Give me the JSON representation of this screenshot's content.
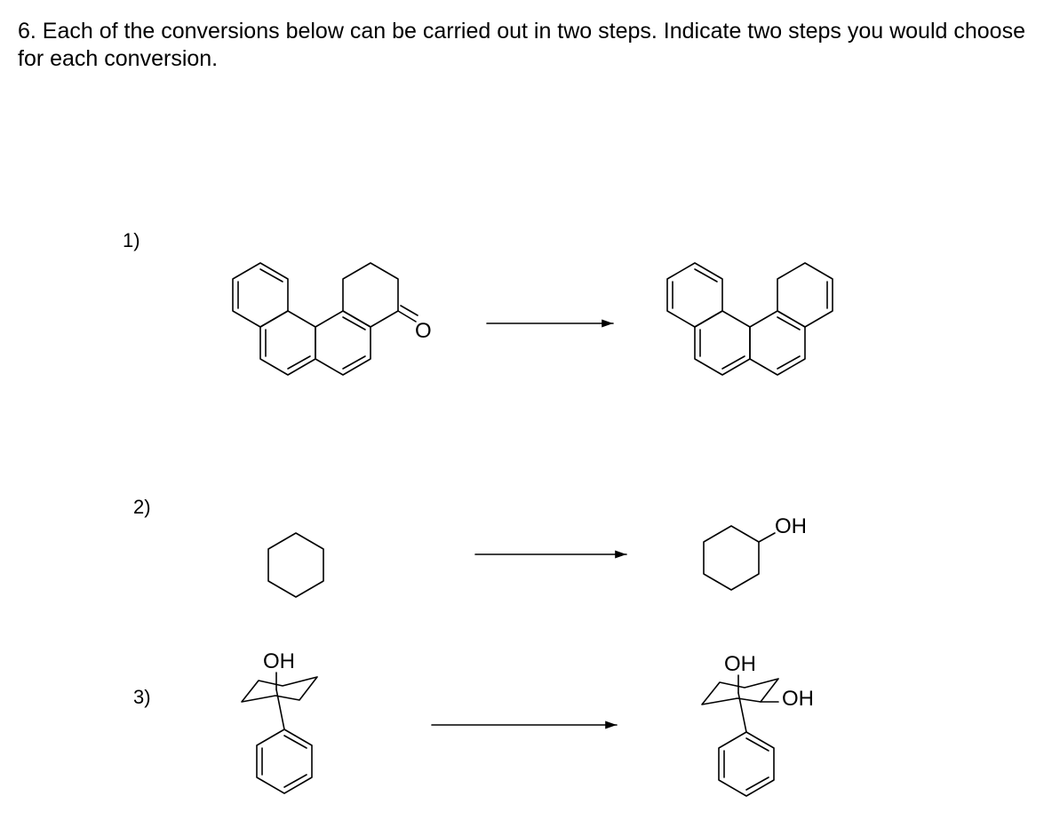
{
  "question": {
    "text": "6. Each of the conversions below can be carried out in two steps. Indicate two steps you would choose for each conversion."
  },
  "problems": [
    {
      "number": "1)",
      "product_label": ""
    },
    {
      "number": "2)",
      "product_label": "OH"
    },
    {
      "number": "3)",
      "reactant_label": "OH",
      "product_labels": [
        "OH",
        "OH"
      ]
    }
  ]
}
